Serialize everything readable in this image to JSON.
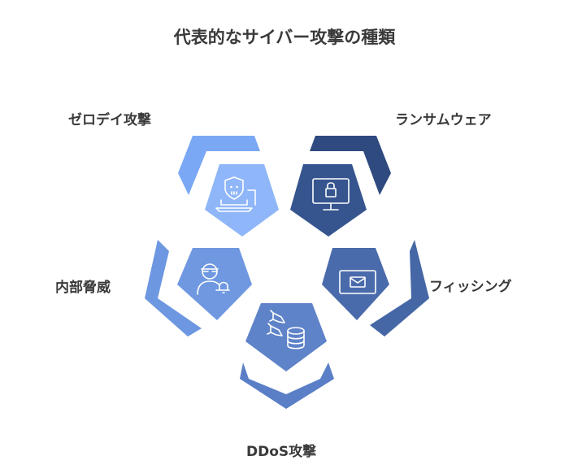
{
  "title": "代表的なサイバー攻撃の種類",
  "segments": [
    {
      "id": "zero-day",
      "label": "ゼロデイ攻撃",
      "icon": "skull-shield-laptop-icon",
      "color": "#7aa8f5",
      "inner_color": "#8fb6f8"
    },
    {
      "id": "ransomware",
      "label": "ランサムウェア",
      "icon": "monitor-lock-icon",
      "color": "#2e4a7f",
      "inner_color": "#36558f"
    },
    {
      "id": "phishing",
      "label": "フィッシング",
      "icon": "envelope-icon",
      "color": "#4667a6",
      "inner_color": "#4a6bab"
    },
    {
      "id": "ddos",
      "label": "DDoS攻撃",
      "icon": "missile-database-icon",
      "color": "#5a7fc7",
      "inner_color": "#5f83c9"
    },
    {
      "id": "insider",
      "label": "内部脅威",
      "icon": "person-alert-icon",
      "color": "#6e97e2",
      "inner_color": "#6f98e1"
    }
  ]
}
